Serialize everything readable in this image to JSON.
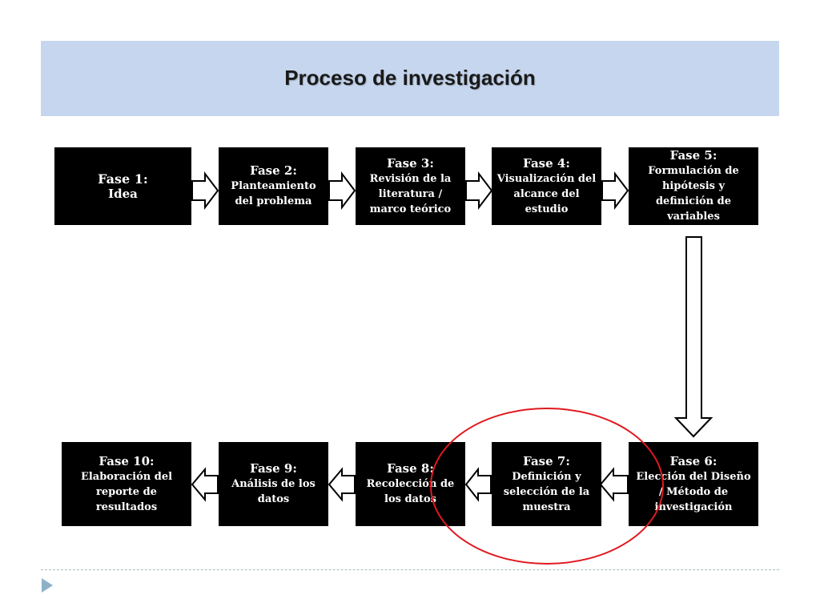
{
  "title": "Proceso de investigación",
  "phases": [
    {
      "phase": "Fase 1:",
      "desc": "Idea"
    },
    {
      "phase": "Fase 2:",
      "desc": "Planteamiento del problema"
    },
    {
      "phase": "Fase 3:",
      "desc": "Revisión de la literatura / marco teórico"
    },
    {
      "phase": "Fase 4:",
      "desc": "Visualización del alcance del estudio"
    },
    {
      "phase": "Fase 5:",
      "desc": "Formulación de hipótesis y definición de variables"
    },
    {
      "phase": "Fase 6:",
      "desc": "Elección del Diseño / Método de investigación"
    },
    {
      "phase": "Fase 7:",
      "desc": "Definición y selección de la muestra"
    },
    {
      "phase": "Fase 8:",
      "desc": "Recolección de los datos"
    },
    {
      "phase": "Fase 9:",
      "desc": "Análisis de los datos"
    },
    {
      "phase": "Fase 10:",
      "desc": "Elaboración del reporte de resultados"
    }
  ],
  "highlight_color": "#e0191f",
  "header_color": "#c6d6ee"
}
